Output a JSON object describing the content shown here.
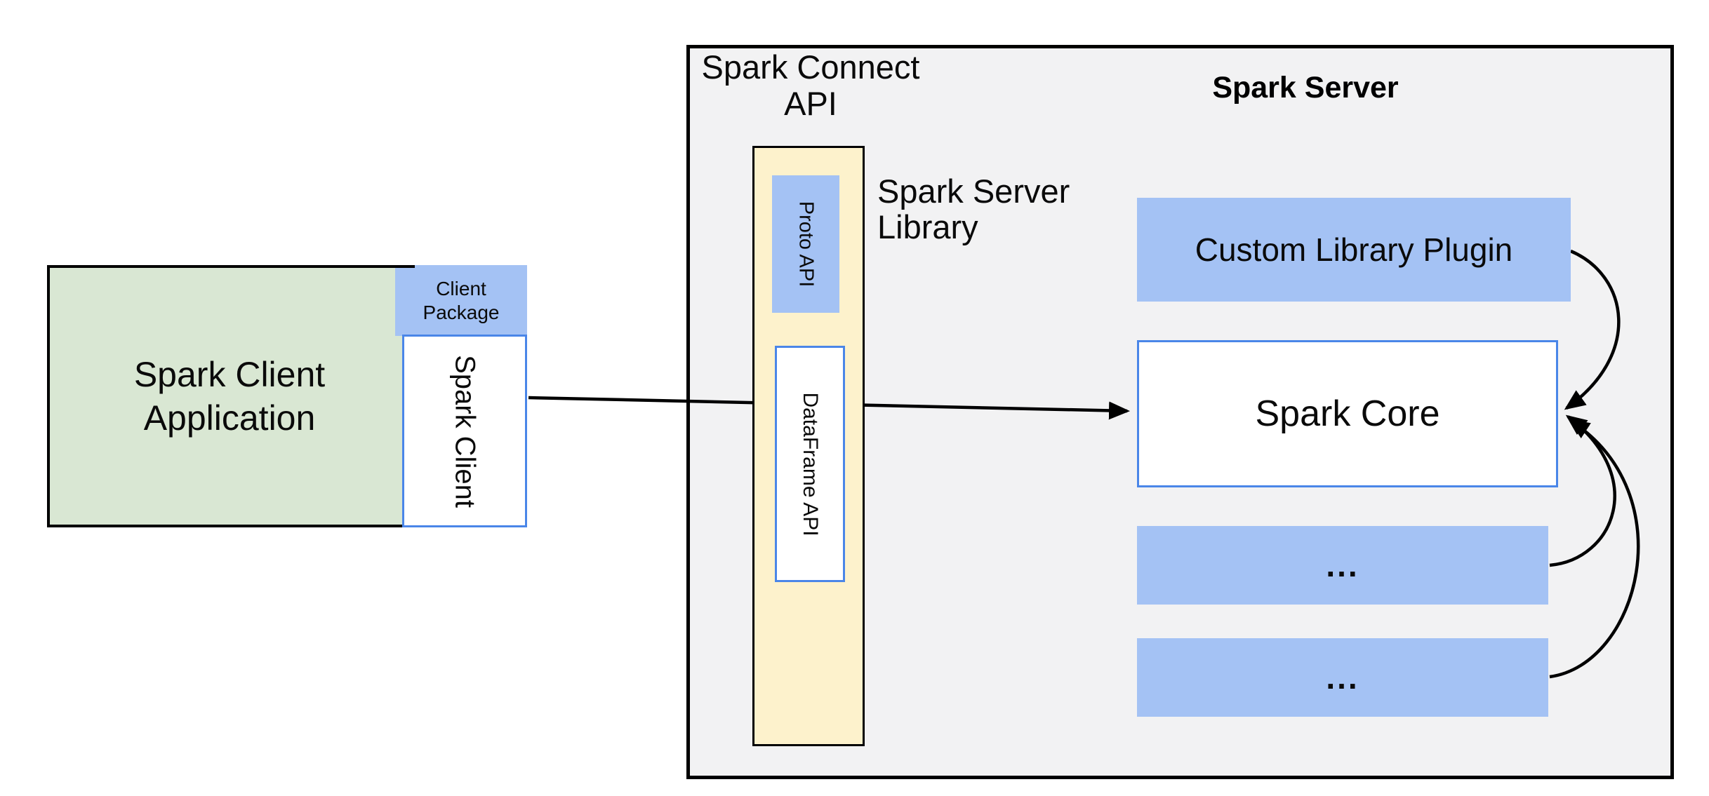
{
  "diagram": {
    "client_application": {
      "label": "Spark Client\nApplication"
    },
    "client_package": {
      "label": "Client\nPackage"
    },
    "spark_client": {
      "label": "Spark Client"
    },
    "spark_connect_api": {
      "label": "Spark Connect\nAPI"
    },
    "spark_server_library": {
      "label": "Spark Server\nLibrary"
    },
    "spark_server": {
      "label": "Spark Server"
    },
    "proto_api": {
      "label": "Proto API"
    },
    "dataframe_api": {
      "label": "DataFrame API"
    },
    "custom_library_plugin": {
      "label": "Custom Library Plugin"
    },
    "spark_core": {
      "label": "Spark Core"
    },
    "plugin_placeholder_1": {
      "label": "..."
    },
    "plugin_placeholder_2": {
      "label": "..."
    }
  },
  "colors": {
    "client_app_fill": "#d9e7d3",
    "accent_blue_fill": "#a4c2f4",
    "library_yellow_fill": "#fdf2cc",
    "server_gray_fill": "#f2f2f3",
    "blue_border": "#4a86e8",
    "line_black": "#000000"
  }
}
